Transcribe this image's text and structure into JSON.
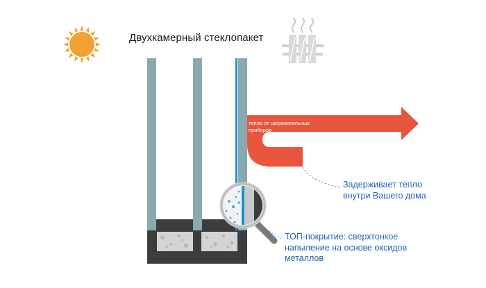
{
  "title": "Двухкамерный стеклопакет",
  "heat_arrow_label": "тепло от нагревательных приборов",
  "retain_label": "Задерживает тепло внутри Вашего дома",
  "coating_label": "ТОП-покрытие: сверхтонкое напыление на основе оксидов металлов",
  "icons": {
    "sun": "sun-icon",
    "radiator": "radiator-icon",
    "magnifier": "magnifier-icon"
  },
  "colors": {
    "glass": "#8aa9ad",
    "frame": "#3d3d3f",
    "filler": "#d4d4d4",
    "arrow": "#e8553d",
    "coating": "#1e8fd6",
    "accent_text": "#1f63b4",
    "sun": "#f0a233"
  }
}
